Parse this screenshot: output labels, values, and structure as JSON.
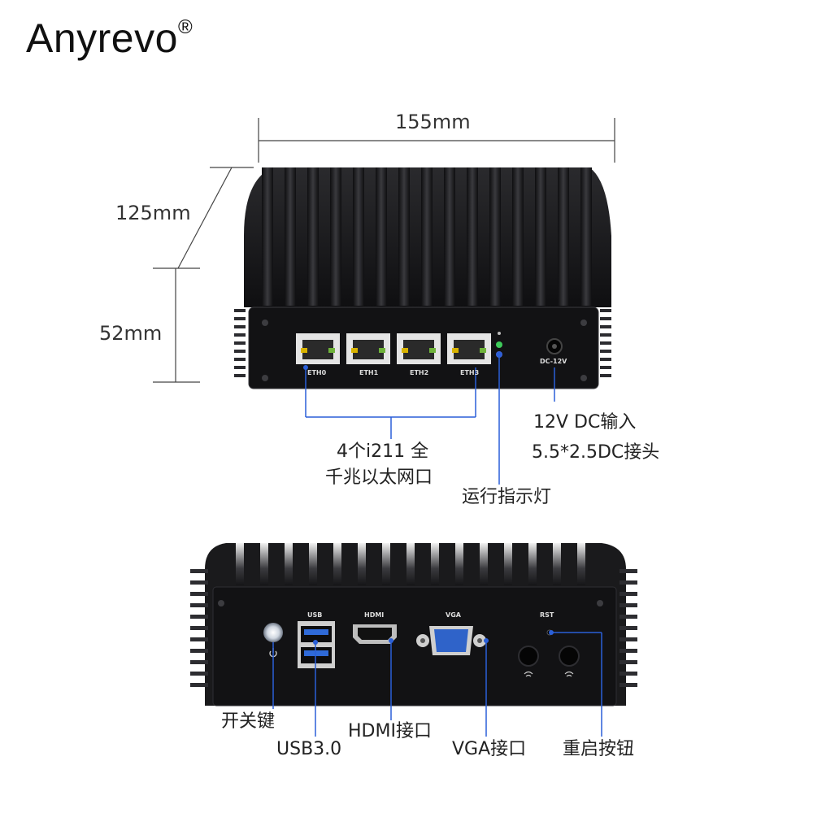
{
  "brand": {
    "name": "Anyrevo",
    "mark": "®"
  },
  "dimensions": {
    "width": "155mm",
    "depth": "125mm",
    "height": "52mm"
  },
  "front_panel": {
    "ports": [
      "ETH0",
      "ETH1",
      "ETH2",
      "ETH3"
    ],
    "power_label": "DC-12V"
  },
  "back_panel": {
    "usb": "USB",
    "hdmi": "HDMI",
    "vga": "VGA",
    "rst": "RST"
  },
  "callouts": {
    "ethernet_line1": "4个i211 全",
    "ethernet_line2": "千兆以太网口",
    "indicator": "运行指示灯",
    "dc_line1": "12V DC输入",
    "dc_line2": "5.5*2.5DC接头",
    "power_key": "开关键",
    "usb3": "USB3.0",
    "hdmi_port": "HDMI接口",
    "vga_port": "VGA接口",
    "reset_button": "重启按钮"
  },
  "colors": {
    "callout_line": "#2a5fd8",
    "chassis": "#1c1c1e",
    "panel": "#141416"
  }
}
